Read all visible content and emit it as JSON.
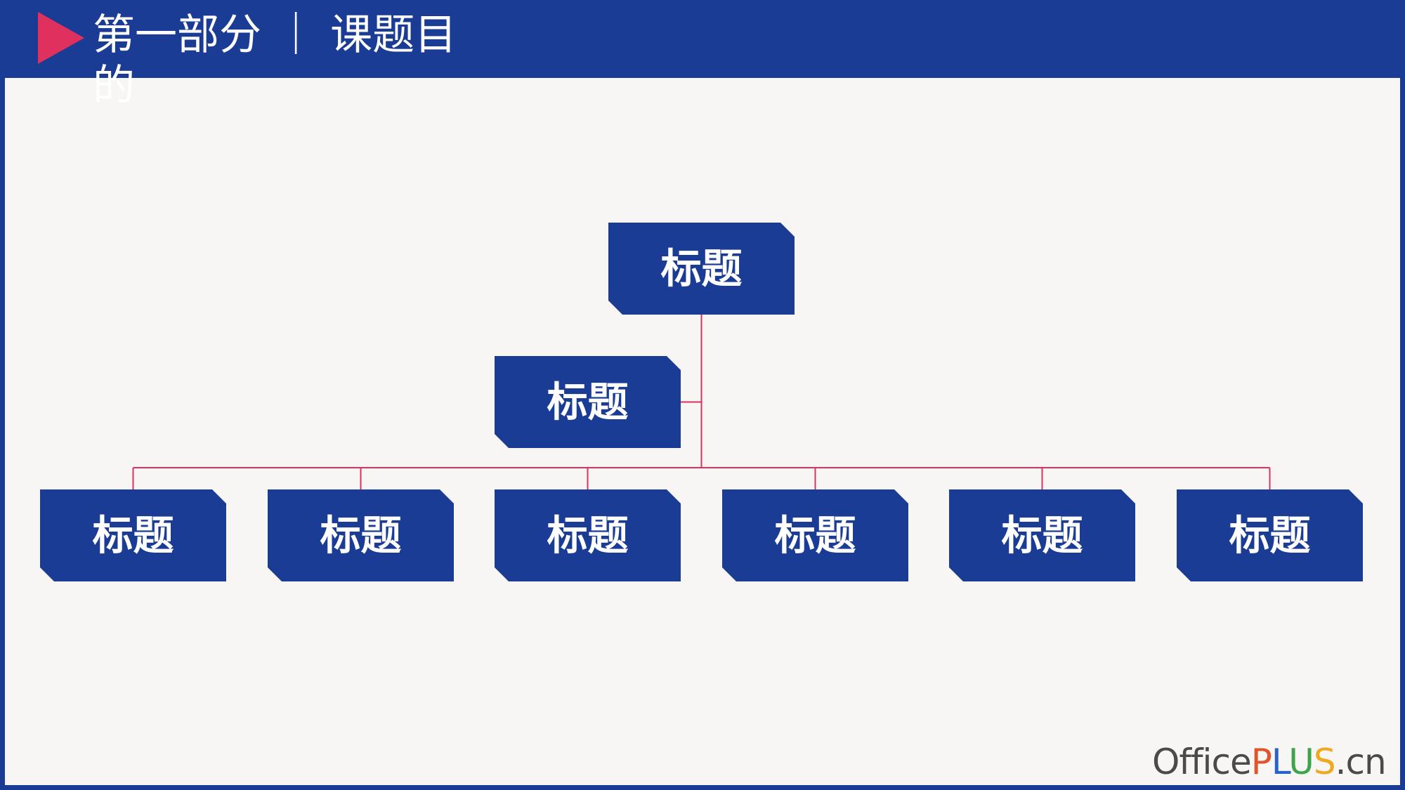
{
  "header": {
    "title": "第一部分 ｜ 课题目的"
  },
  "diagram": {
    "nodes": [
      {
        "id": "root",
        "label": "标题"
      },
      {
        "id": "assistant",
        "label": "标题"
      },
      {
        "id": "child-1",
        "label": "标题"
      },
      {
        "id": "child-2",
        "label": "标题"
      },
      {
        "id": "child-3",
        "label": "标题"
      },
      {
        "id": "child-4",
        "label": "标题"
      },
      {
        "id": "child-5",
        "label": "标题"
      },
      {
        "id": "child-6",
        "label": "标题"
      }
    ],
    "edges": [
      {
        "from": "root",
        "to": "assistant"
      },
      {
        "from": "root",
        "to": "child-1"
      },
      {
        "from": "root",
        "to": "child-2"
      },
      {
        "from": "root",
        "to": "child-3"
      },
      {
        "from": "root",
        "to": "child-4"
      },
      {
        "from": "root",
        "to": "child-5"
      },
      {
        "from": "root",
        "to": "child-6"
      }
    ]
  },
  "logo": {
    "part1": "Office",
    "part2": "P",
    "part3": "L",
    "part4": "U",
    "part5": "S",
    "part6": ".cn"
  },
  "colors": {
    "header_bg": "#1b3c94",
    "canvas_bg": "#f7f6f4",
    "node_fill": "#1b3c94",
    "connector": "#e0305e",
    "accent_arrow": "#e0305e",
    "logo_gray": "#4a4a4a",
    "logo_p": "#e0542a",
    "logo_l": "#2a63c8",
    "logo_u": "#3ea34a",
    "logo_s": "#f0a81e"
  },
  "icons": {
    "title_marker": "play-triangle-icon"
  }
}
